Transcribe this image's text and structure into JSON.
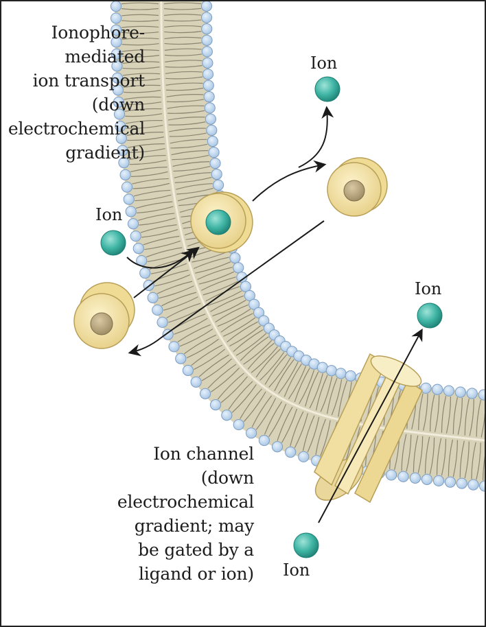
{
  "labels": {
    "ionophore": {
      "line1": "Ionophore-",
      "line2": "mediated",
      "line3": "ion transport",
      "line4": "(down",
      "line5": "electrochemical",
      "line6": "gradient)"
    },
    "channel": {
      "line1": "Ion channel",
      "line2": "(down",
      "line3": "electrochemical",
      "line4": "gradient; may",
      "line5": "be gated by a",
      "line6": "ligand or ion)"
    },
    "ion_top": "Ion",
    "ion_left": "Ion",
    "ion_right": "Ion",
    "ion_bottom": "Ion"
  },
  "colors": {
    "lipid_head": "#bcd6ee",
    "lipid_head_stroke": "#7c9cc0",
    "membrane_core": "#d8d2b8",
    "lipid_tail": "#8a8470",
    "ion_fill": "#3fb5a5",
    "ionophore_fill": "#f3e3a6",
    "ionophore_stroke": "#b89f58",
    "arrow": "#1a1a1a"
  }
}
